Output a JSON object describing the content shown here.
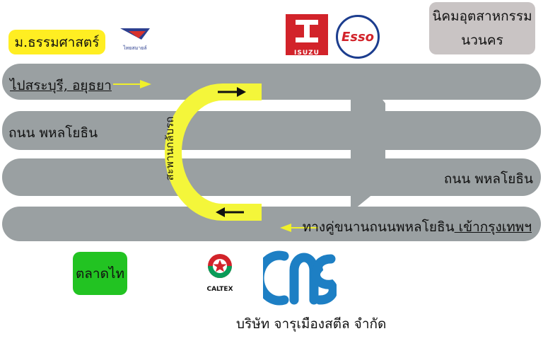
{
  "places": {
    "university": "ม.ธรรมศาสตร์",
    "industrial_estate_line1": "นิคมอุตสาหกรรม",
    "industrial_estate_line2": "นวนคร",
    "market": "ตลาดไท",
    "company": "บริษัท จารุเมืองสตีล จำกัด"
  },
  "roads": {
    "to_saraburi": "ไปสระบุรี, อยุธยา",
    "phahon_left": "ถนน พหลโยธิน",
    "phahon_right": "ถนน พหลโยธิน",
    "frontage_prefix": "ทางคู่ขนานถนนพหลโยธิน",
    "frontage_suffix": " เข้ากรุงเทพฯ"
  },
  "bridge_label": "สะพานกลับรถ",
  "logos": {
    "isuzu": "ISUZU",
    "esso": "Esso",
    "caltex": "CALTEX",
    "thai_airways_caption": "ไทยสมายล์"
  },
  "colors": {
    "road": "#9aa0a2",
    "bridge": "#f4f63a",
    "university_bg": "#ffee22",
    "industrial_bg": "#c9c4c4",
    "market_bg": "#22c322",
    "company_logo": "#1d7fc4",
    "arrow_yellow": "#f0f02a"
  }
}
